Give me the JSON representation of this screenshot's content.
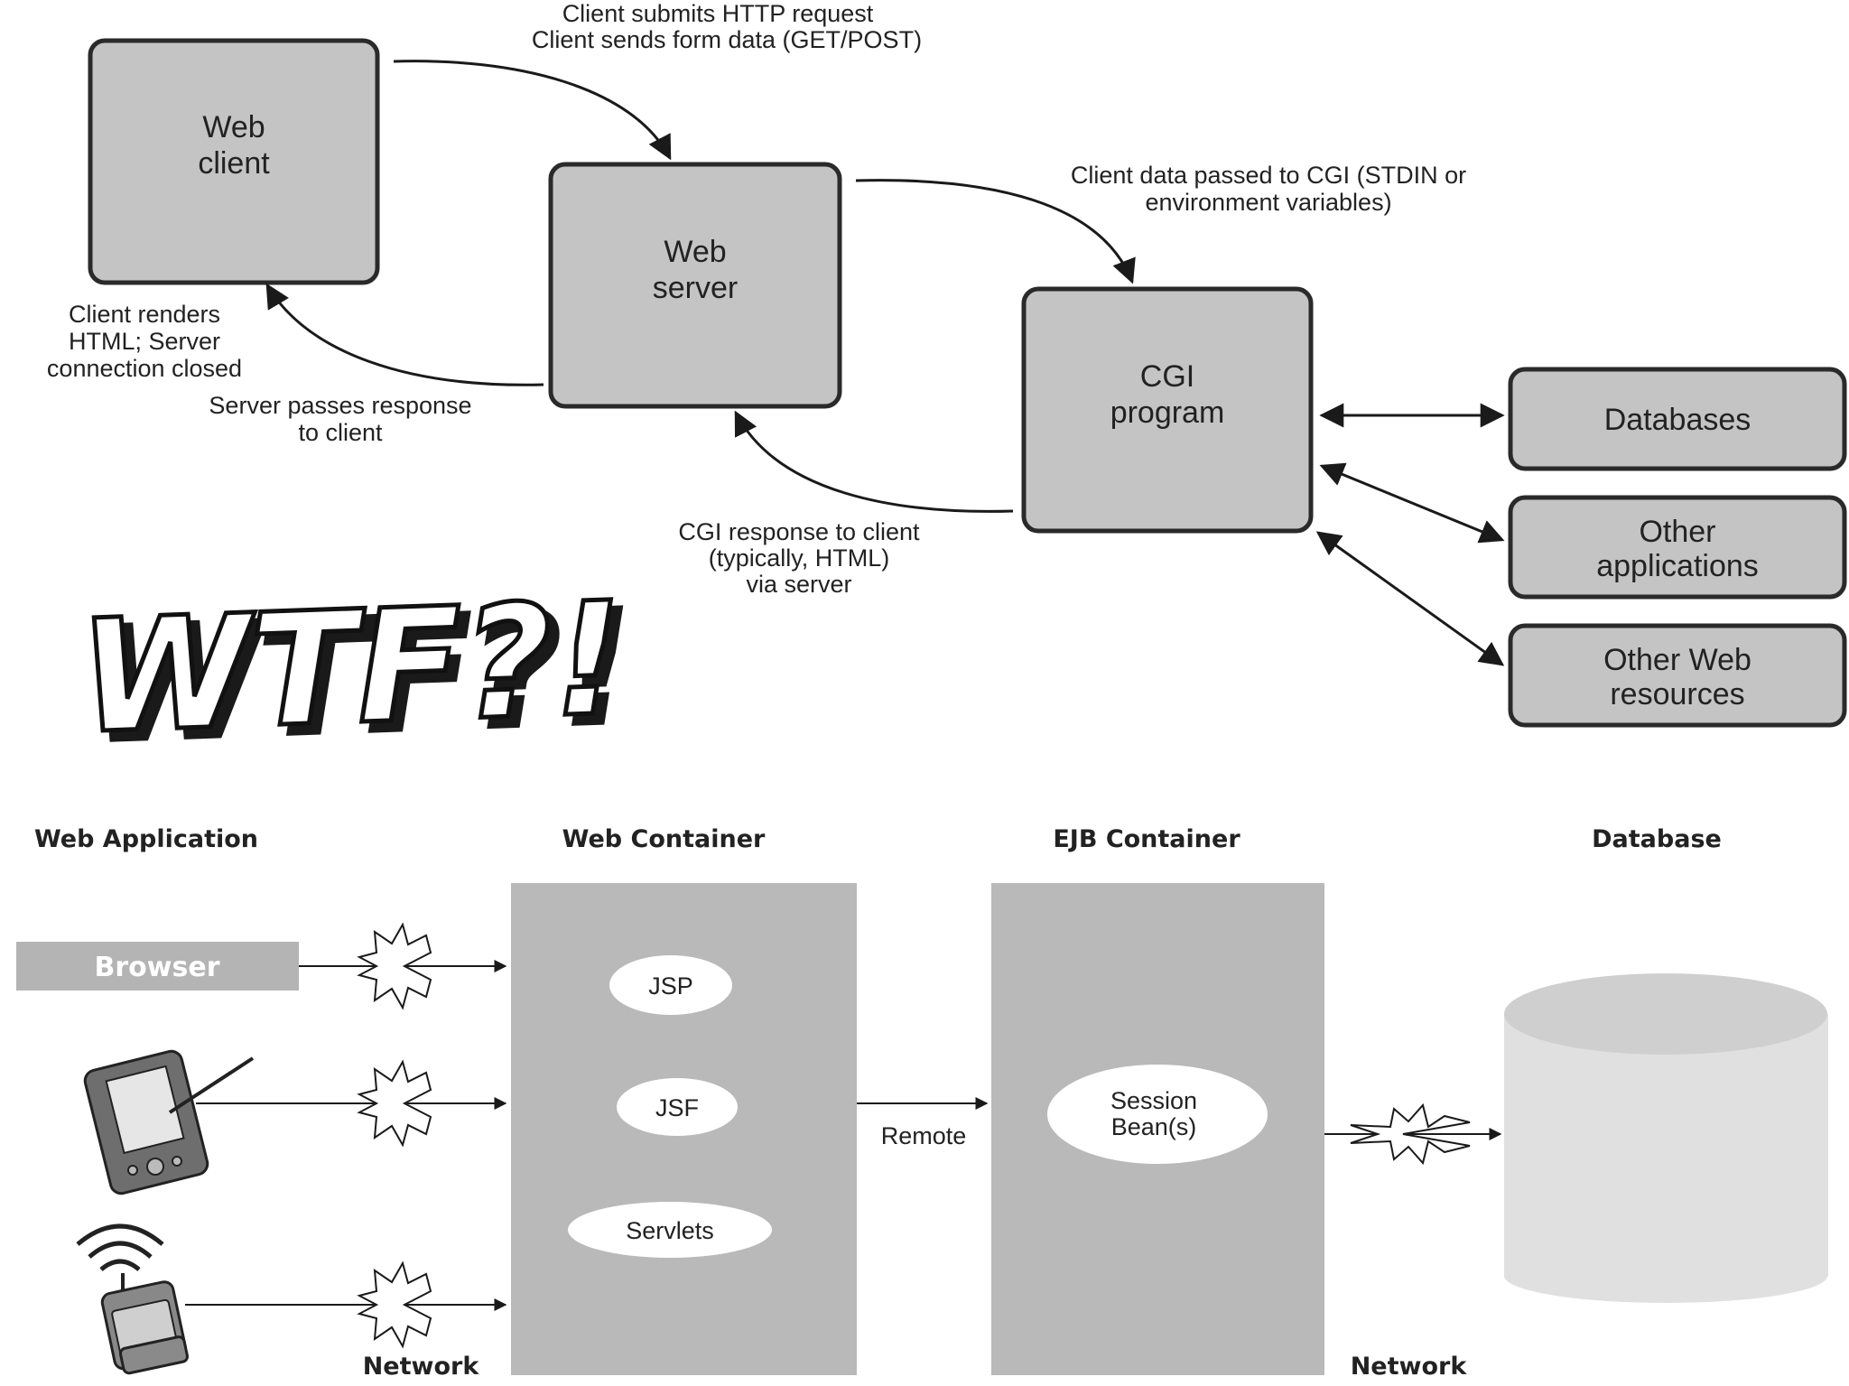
{
  "top_diagram": {
    "nodes": {
      "web_client": [
        "Web",
        "client"
      ],
      "web_server": [
        "Web",
        "server"
      ],
      "cgi_program": [
        "CGI",
        "program"
      ],
      "databases": [
        "Databases"
      ],
      "other_applications": [
        "Other",
        "applications"
      ],
      "other_web_resources": [
        "Other Web",
        "resources"
      ]
    },
    "labels": {
      "request": [
        "Client submits HTTP request",
        "Client sends form data (GET/POST)"
      ],
      "pass_to_cgi": [
        "Client data passed to CGI (STDIN or",
        "environment variables)"
      ],
      "client_renders": [
        "Client renders",
        "HTML; Server",
        "connection closed"
      ],
      "server_passes": [
        "Server passes response",
        "to client"
      ],
      "cgi_response": [
        "CGI response to client",
        "(typically, HTML)",
        "via server"
      ]
    }
  },
  "exclamation": "WTF?!",
  "bottom_diagram": {
    "headers": {
      "web_application": "Web Application",
      "web_container": "Web Container",
      "ejb_container": "EJB Container",
      "database": "Database"
    },
    "browser": "Browser",
    "components": {
      "jsp": "JSP",
      "jsf": "JSF",
      "servlets": "Servlets",
      "session_beans": [
        "Session",
        "Bean(s)"
      ]
    },
    "labels": {
      "remote": "Remote",
      "network_left": "Network",
      "network_right": "Network"
    }
  },
  "colors": {
    "box_fill": "#c4c4c4",
    "box_stroke": "#2a2a2a",
    "container_fill": "#b9b9ba",
    "browser_fill": "#b4b4b4",
    "db_fill": "#e0e0e1",
    "db_top": "#cfcfd0",
    "ink": "#222222"
  }
}
